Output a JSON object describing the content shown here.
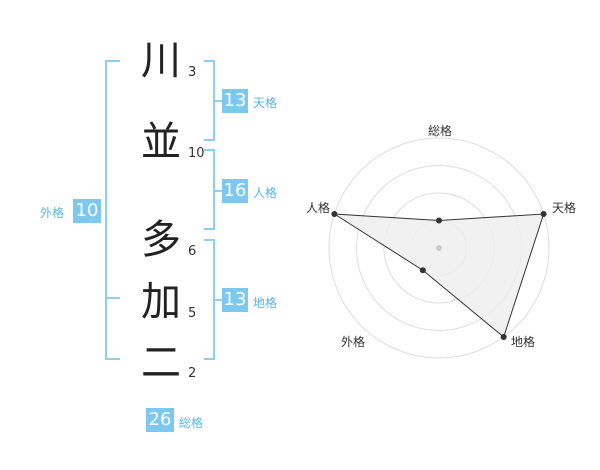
{
  "name": {
    "characters": [
      {
        "char": "川",
        "strokes": "3"
      },
      {
        "char": "並",
        "strokes": "10"
      },
      {
        "char": "多",
        "strokes": "6"
      },
      {
        "char": "加",
        "strokes": "5"
      },
      {
        "char": "二",
        "strokes": "2"
      }
    ]
  },
  "fortune": {
    "tenkaku": {
      "value": "13",
      "label": "天格"
    },
    "jinkaku": {
      "value": "16",
      "label": "人格"
    },
    "chikaku": {
      "value": "13",
      "label": "地格"
    },
    "gaikaku": {
      "value": "10",
      "label": "外格"
    },
    "soukaku": {
      "value": "26",
      "label": "総格"
    }
  },
  "colors": {
    "accent": "#7dc8ee",
    "bracket": "#8ccff2",
    "ring": "#dddddd",
    "polygon_fill": "#efefef",
    "polygon_stroke": "#333333"
  },
  "chart_data": {
    "type": "radar",
    "axes": [
      "総格",
      "天格",
      "地格",
      "外格",
      "人格"
    ],
    "values": [
      0.25,
      1.0,
      1.0,
      0.25,
      1.0
    ],
    "max": 1.0,
    "rings": 4
  }
}
